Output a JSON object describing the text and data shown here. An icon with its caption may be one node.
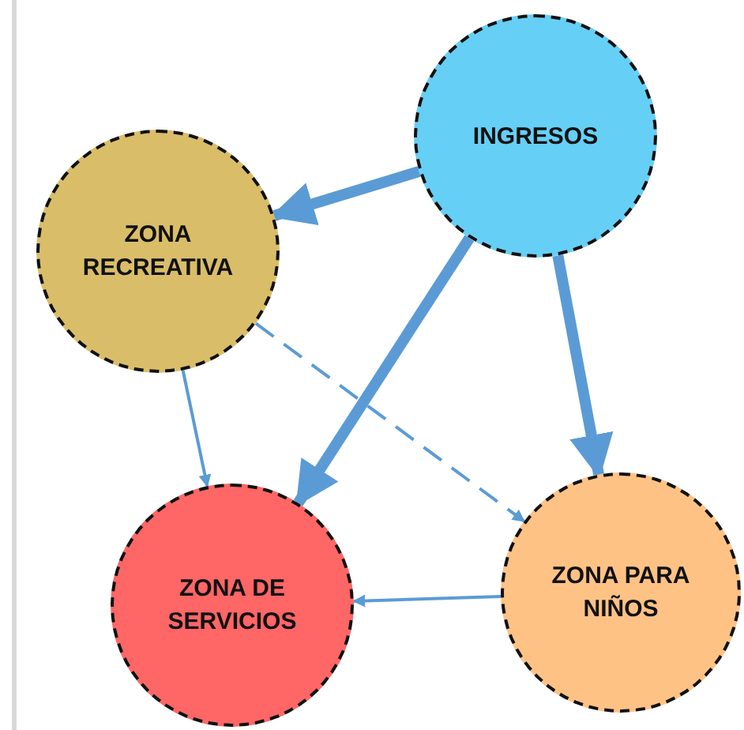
{
  "diagram": {
    "nodes": [
      {
        "text": [
          "INGRESOS"
        ]
      },
      {
        "text": [
          "ZONA RECREATIVA"
        ]
      },
      {
        "text": [
          "ZONA DE SERVICIOS"
        ]
      },
      {
        "text": [
          "ZONA PARA NIÑOS"
        ]
      }
    ],
    "edges": [
      {
        "from": 0,
        "to": 1,
        "arrow": "to",
        "style": "thick"
      },
      {
        "from": 0,
        "to": 2,
        "arrow": "to",
        "style": "thick"
      },
      {
        "from": 0,
        "to": 3,
        "arrow": "to",
        "style": "thick"
      },
      {
        "from": 1,
        "to": 2,
        "arrow": "to"
      },
      {
        "from": 1,
        "to": 3,
        "arrow": "to",
        "style": "dashed"
      },
      {
        "from": 3,
        "to": 2,
        "arrow": "to"
      }
    ]
  }
}
